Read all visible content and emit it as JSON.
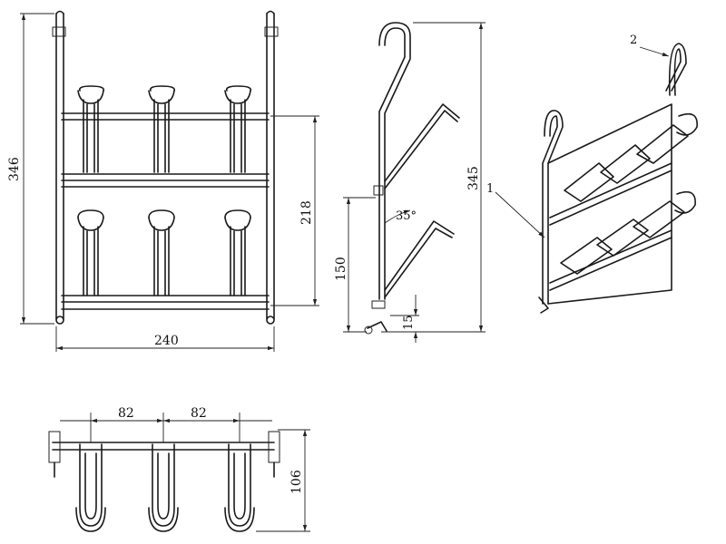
{
  "front_view": {
    "width_label": "240",
    "height_label": "346",
    "shelf_height_label": "218"
  },
  "side_view": {
    "height_label": "345",
    "spacing_label": "150",
    "angle_label": "35°",
    "offset_label": "15"
  },
  "top_view": {
    "spacing_a_label": "82",
    "spacing_b_label": "82",
    "depth_label": "106"
  },
  "iso_view": {
    "callout_1": "1",
    "callout_2": "2"
  }
}
